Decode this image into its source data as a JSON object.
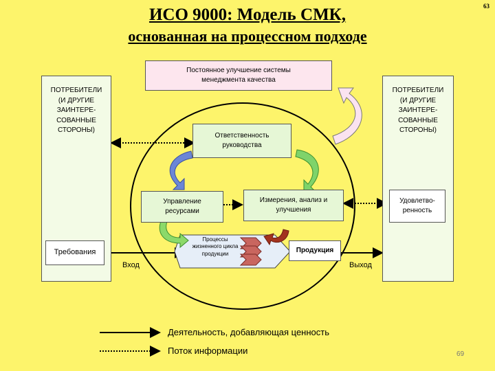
{
  "slide": {
    "page_number": "63",
    "title_line1": "ИСО 9000: Модель СМК,",
    "title_line2": "основанная на процессном подходе",
    "footer_number": "69"
  },
  "boxes": {
    "improvement": "Постоянное улучшение системы менеджмента качества",
    "consumers_left": "ПОТРЕБИТЕЛИ (И ДРУГИЕ ЗАИНТЕРЕ-СОВАННЫЕ СТОРОНЫ)",
    "consumers_right": "ПОТРЕБИТЕЛИ (И ДРУГИЕ ЗАИНТЕРЕ-СОВАННЫЕ СТОРОНЫ)",
    "responsibility": "Ответственность руководства",
    "resources": "Управление ресурсами",
    "measurement": "Измерения, анализ и улучшения",
    "satisfaction": "Удовлетво-ренность",
    "requirements": "Требования",
    "lifecycle": "Процессы жизненного цикла продукции",
    "product": "Продукция"
  },
  "labels": {
    "input": "Вход",
    "output": "Выход"
  },
  "legend": {
    "value_activity": "Деятельность, добавляющая ценность",
    "info_flow": "Поток информации"
  }
}
